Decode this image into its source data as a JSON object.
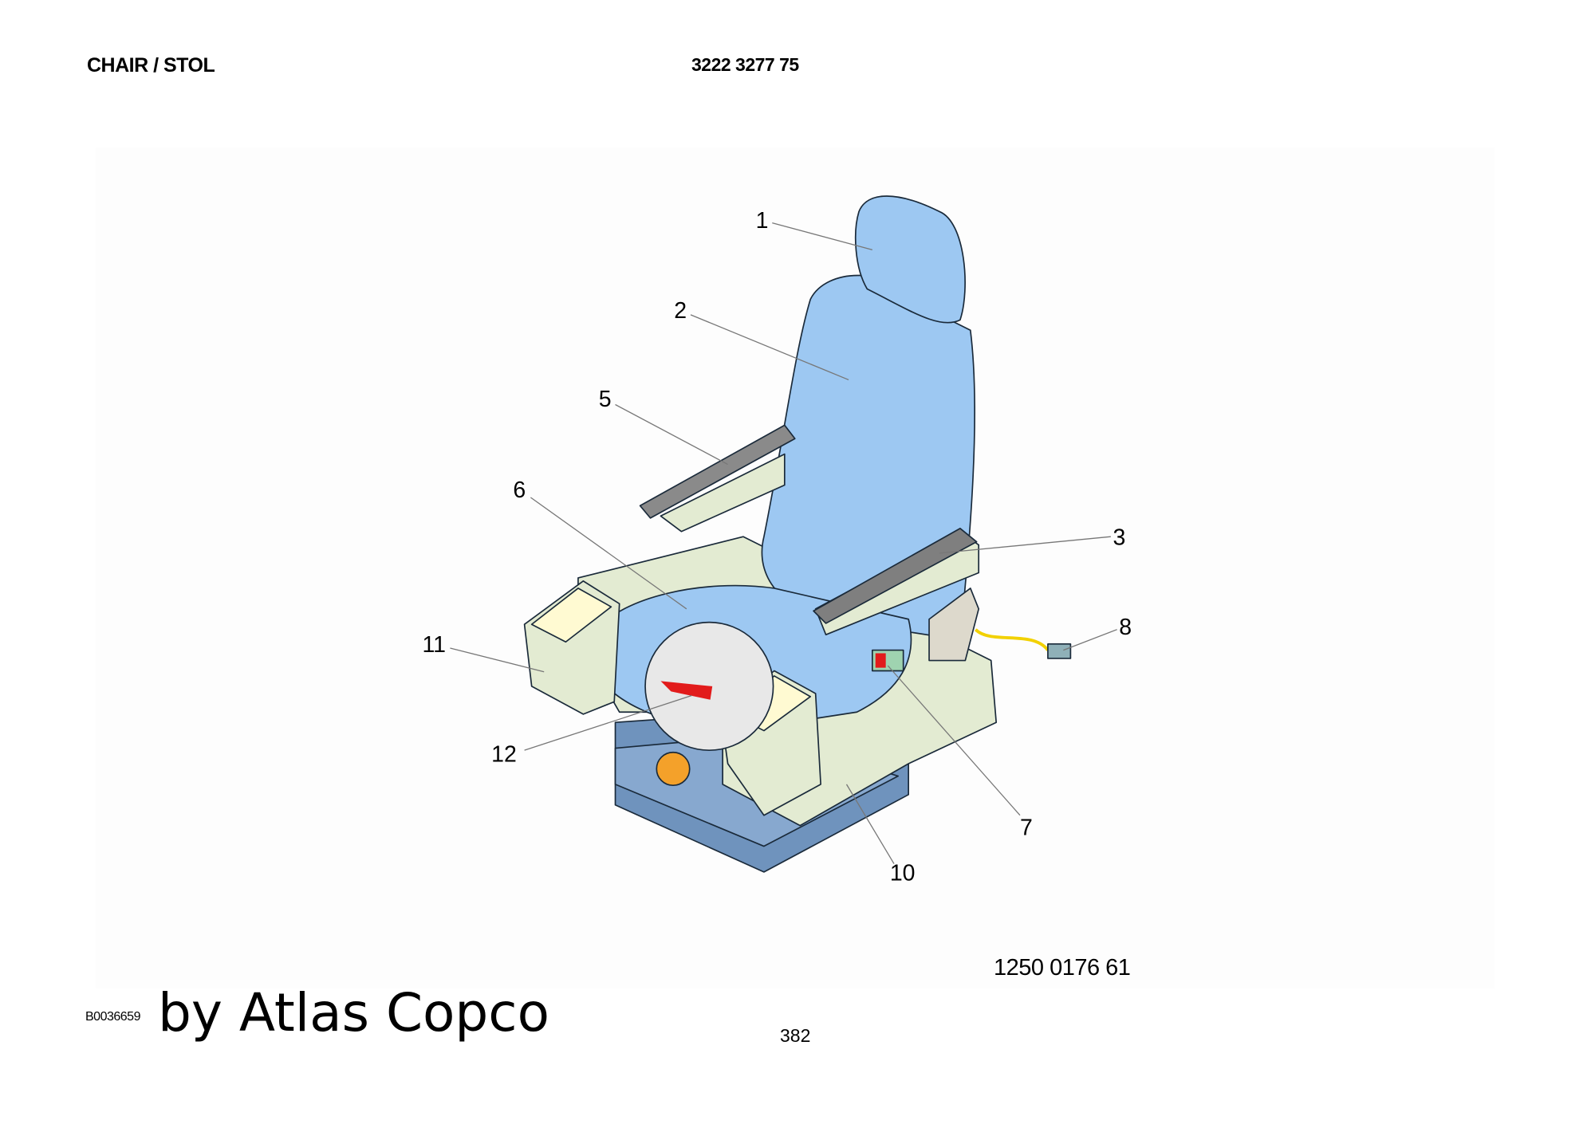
{
  "header": {
    "title": "CHAIR / STOL",
    "part_number": "3222 3277 75"
  },
  "drawing": {
    "kit_number": "1250 0176 61",
    "callouts": [
      "1",
      "2",
      "3",
      "5",
      "6",
      "7",
      "8",
      "10",
      "11",
      "12"
    ]
  },
  "footer": {
    "image_id": "B0036659",
    "brand": "by Atlas Copco",
    "page_number": "382"
  }
}
